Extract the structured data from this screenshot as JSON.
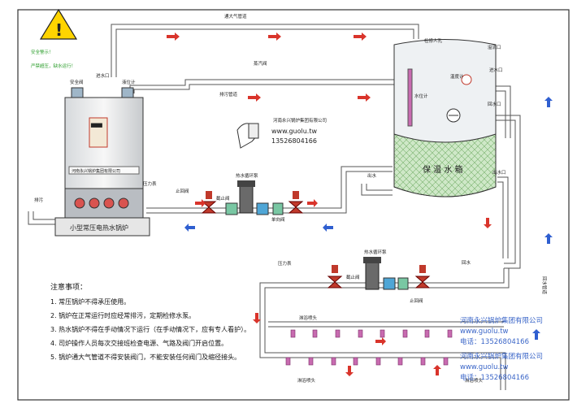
{
  "warning": {
    "line1": "安全警示！",
    "line2": "严禁超压，缺水运行！"
  },
  "boiler": {
    "label": "小型常压电热水锅炉",
    "nameplate": "河南永兴锅炉集团有限公司"
  },
  "tank": {
    "label": "保 温 水 箱"
  },
  "labels": {
    "steam_pipe": "通大气管道",
    "exhaust_pipe": "排污管道",
    "steam_valve": "蒸汽阀",
    "inlet": "进水口",
    "safety_valve": "安全阀",
    "level_gauge": "液位计",
    "drain": "排污",
    "pressure_gauge": "压力表",
    "check_valve": "止回阀",
    "stop_valve": "截止阀",
    "pump": "热水循环泵",
    "one_way_valve": "单向阀",
    "top_vent": "检修人孔",
    "overflow": "溢流口",
    "inlet_right": "进水口",
    "thermometer": "温度计",
    "tank_level_gauge": "水位计",
    "return_port": "回水口",
    "outlet_left": "出水",
    "outlet_right": "出水口",
    "return_pipe": "回水",
    "shower_head": "淋浴喷头",
    "backwater_pipe": "回水管道"
  },
  "contact": {
    "company": "河南永兴锅炉集团有限公司",
    "website": "www.guolu.tw",
    "phone": "13526804166"
  },
  "notes": {
    "title": "注意事项：",
    "items": [
      "1. 常压锅炉不得承压使用。",
      "2. 锅炉在正常运行时应经常排污，定期检修水泵。",
      "3. 热水锅炉不得在手动情况下运行（在手动情况下，应有专人看护）。",
      "4. 司炉操作人员每次交接班检查电源、气路及阀门开启位置。",
      "5. 锅炉通大气管道不得安装阀门，不能安装任何阀门及缩径接头。"
    ]
  },
  "watermark": {
    "company": "河南永兴锅炉集团有限公司",
    "site": "www.guolu.tw",
    "phone": "电话：13526804166"
  }
}
